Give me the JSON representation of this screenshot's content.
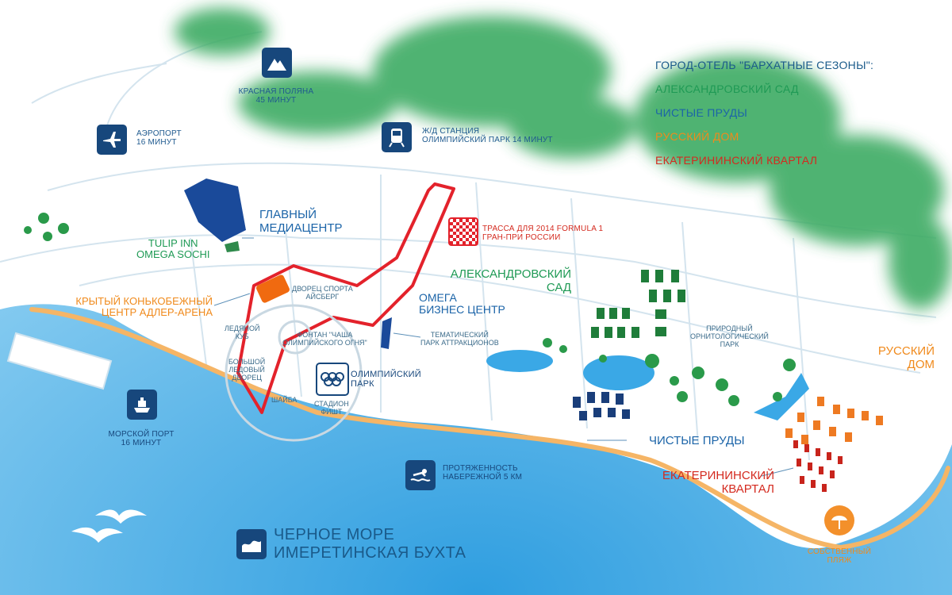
{
  "legend": {
    "title": "ГОРОД-ОТЕЛЬ \"БАРХАТНЫЕ СЕЗОНЫ\":",
    "items": [
      {
        "label": "АЛЕКСАНДРОВСКИЙ САД",
        "color": "#1f9a55"
      },
      {
        "label": "ЧИСТЫЕ ПРУДЫ",
        "color": "#1b64a8"
      },
      {
        "label": "РУССКИЙ ДОМ",
        "color": "#f08a1c"
      },
      {
        "label": "ЕКАТЕРИНИНСКИЙ КВАРТАЛ",
        "color": "#d42a1f"
      }
    ]
  },
  "poi": {
    "krasnaya_polyana": {
      "line1": "КРАСНАЯ ПОЛЯНА",
      "line2": "45 МИНУТ"
    },
    "airport": {
      "line1": "АЭРОПОРТ",
      "line2": "16 МИНУТ"
    },
    "railway": {
      "line1": "Ж/Д СТАНЦИЯ",
      "line2": "ОЛИМПИЙСКИЙ ПАРК 14 МИНУТ"
    },
    "media_center": {
      "line1": "ГЛАВНЫЙ",
      "line2": "МЕДИАЦЕНТР"
    },
    "tulip": {
      "line1": "TULIP INN",
      "line2": "OMEGA SOCHI"
    },
    "formula": {
      "line1": "ТРАССА ДЛЯ 2014 FORMULA 1",
      "line2": "ГРАН-ПРИ РОССИИ"
    },
    "adler_arena": {
      "line1": "КРЫТЫЙ КОНЬКОБЕЖНЫЙ",
      "line2": "ЦЕНТР АДЛЕР-АРЕНА"
    },
    "iceberg": {
      "line1": "ДВОРЕЦ СПОРТА",
      "line2": "АЙСБЕРГ"
    },
    "ice_cube": {
      "line1": "ЛЕДЯНОЙ",
      "line2": "КУБ"
    },
    "fountain": {
      "line1": "ФОНТАН \"ЧАША",
      "line2": "ОЛИМПИЙСКОГО ОГНЯ\""
    },
    "big_ice": {
      "line1": "БОЛЬШОЙ",
      "line2": "ЛЕДОВЫЙ",
      "line3": "ДВОРЕЦ"
    },
    "shayba": {
      "line1": "ШАЙБА"
    },
    "fisht": {
      "line1": "СТАДИОН",
      "line2": "ФИШТ"
    },
    "olympic_park": {
      "line1": "ОЛИМПИЙСКИЙ",
      "line2": "ПАРК"
    },
    "omega_bc": {
      "line1": "ОМЕГА",
      "line2": "БИЗНЕС ЦЕНТР"
    },
    "theme_park": {
      "line1": "ТЕМАТИЧЕСКИЙ",
      "line2": "ПАРК АТТРАКЦИОНОВ"
    },
    "alex_garden": {
      "line1": "АЛЕКСАНДРОВСКИЙ",
      "line2": "САД"
    },
    "ornith_park": {
      "line1": "ПРИРОДНЫЙ",
      "line2": "ОРНИТОЛОГИЧЕСКИЙ",
      "line3": "ПАРК"
    },
    "russkiy_dom": {
      "line1": "РУССКИЙ",
      "line2": "ДОМ"
    },
    "chistye_prudy": {
      "line1": "ЧИСТЫЕ ПРУДЫ"
    },
    "ekaterin": {
      "line1": "ЕКАТЕРИНИНСКИЙ",
      "line2": "КВАРТАЛ"
    },
    "sea_port": {
      "line1": "МОРСКОЙ ПОРТ",
      "line2": "16 МИНУТ"
    },
    "embankment": {
      "line1": "ПРОТЯЖЕННОСТЬ",
      "line2": "НАБЕРЕЖНОЙ 5 КМ"
    },
    "beach": {
      "line1": "СОБСТВЕННЫЙ",
      "line2": "ПЛЯЖ"
    }
  },
  "sea": {
    "line1": "ЧЕРНОЕ МОРЕ",
    "line2": "ИМЕРЕТИНСКАЯ БУХТА"
  },
  "colors": {
    "sea": "#4fb0e6",
    "land": "#ffffff",
    "roads": "#d4e4ee",
    "forest": "#3cab63",
    "track": "#e3222b",
    "building_blue": "#1a4a9a",
    "building_orange": "#f06a10",
    "beach_sand": "#f5b566",
    "accent_orange": "#f08a1c",
    "icon_navy": "#17477c"
  },
  "icons": [
    "mountain-icon",
    "airplane-icon",
    "train-icon",
    "checkered-flag-icon",
    "olympic-rings-icon",
    "ship-icon",
    "swimmer-icon",
    "beach-umbrella-icon",
    "sea-waves-icon"
  ]
}
